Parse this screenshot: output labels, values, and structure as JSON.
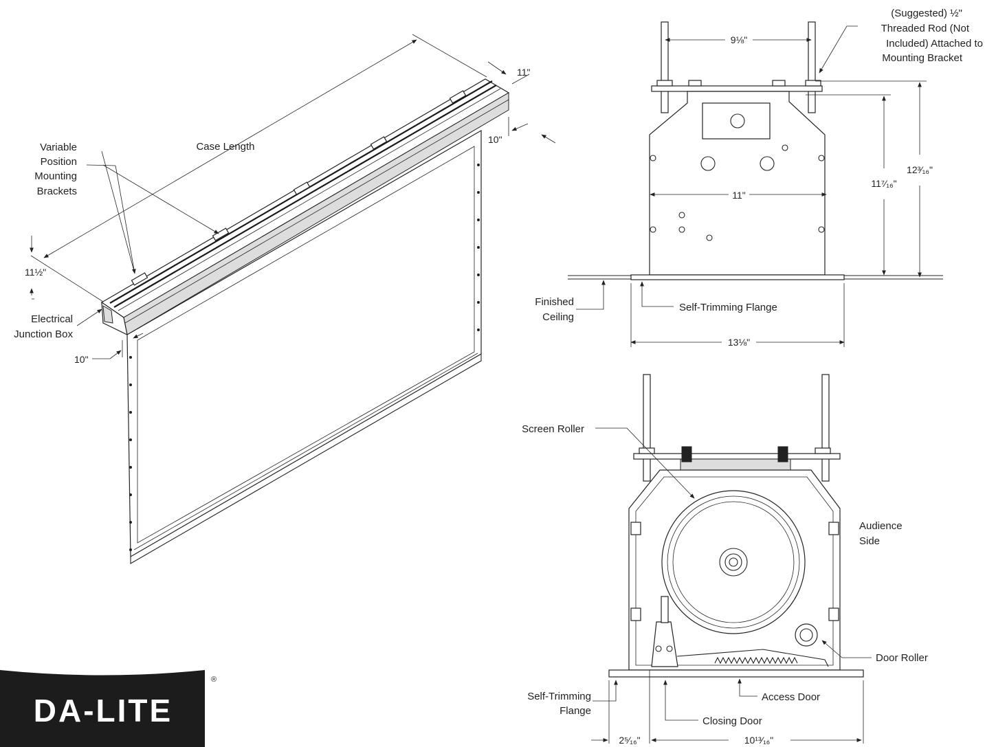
{
  "brand": {
    "logo_text": "DA-LITE",
    "registered": "®"
  },
  "perspective_view": {
    "labels": {
      "brackets_1": "Variable",
      "brackets_2": "Position",
      "brackets_3": "Mounting",
      "brackets_4": "Brackets",
      "case_length": "Case Length",
      "junction_1": "Electrical",
      "junction_2": "Junction Box"
    },
    "dims": {
      "width_top": "11\"",
      "depth_top": "10\"",
      "height_left": "11½\"",
      "depth_bottom": "10\""
    }
  },
  "end_view": {
    "labels": {
      "rod_1": "(Suggested) ½\"",
      "rod_2": "Threaded Rod (Not",
      "rod_3": "Included) Attached to",
      "rod_4": "Mounting Bracket",
      "ceiling_1": "Finished",
      "ceiling_2": "Ceiling",
      "flange": "Self-Trimming Flange"
    },
    "dims": {
      "rod_spacing": "9⅛\"",
      "inner_width": "11\"",
      "flange_width": "13⅛\"",
      "height_inner": "11⁷⁄₁₆\"",
      "height_overall": "12³⁄₁₆\""
    }
  },
  "section_view": {
    "labels": {
      "screen_roller": "Screen Roller",
      "audience_1": "Audience",
      "audience_2": "Side",
      "door_roller": "Door Roller",
      "flange_1": "Self-Trimming",
      "flange_2": "Flange",
      "access_door": "Access Door",
      "closing_door": "Closing Door"
    },
    "dims": {
      "offset": "2⁵⁄₁₆\"",
      "door_width": "10¹³⁄₁₆\""
    }
  }
}
